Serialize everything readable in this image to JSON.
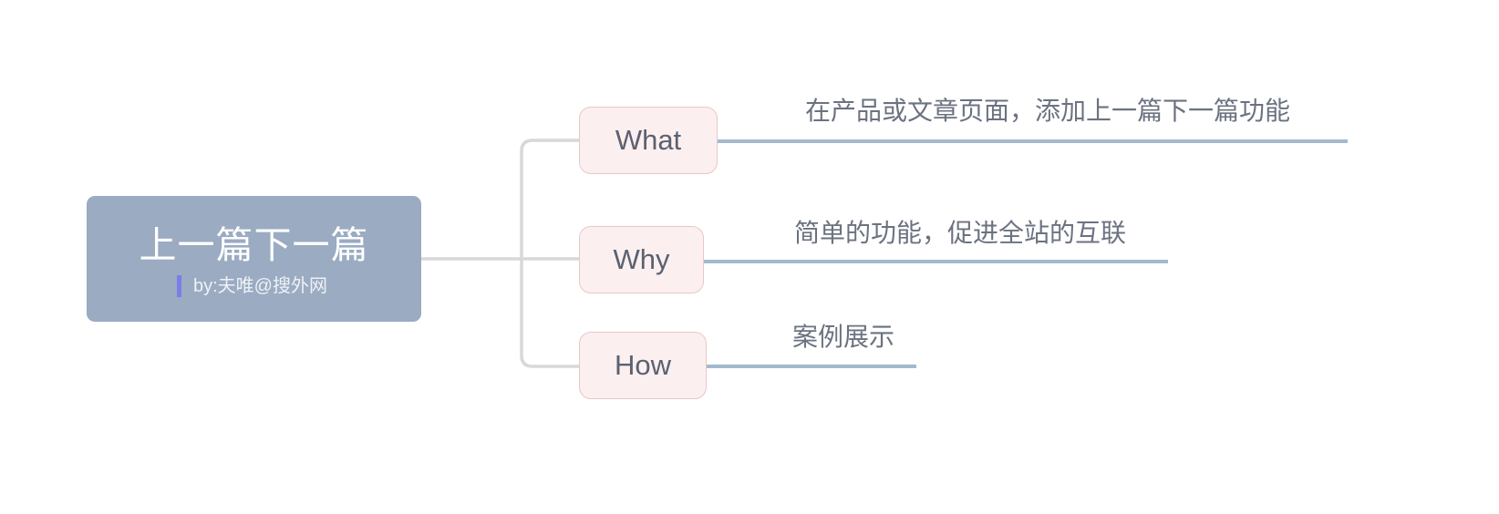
{
  "mindmap": {
    "root": {
      "title": "上一篇下一篇",
      "subtitle": "by:夫唯@搜外网",
      "fill_color": "#9aabc2",
      "title_color": "#ffffff",
      "accent_bar_color": "#7b7ee6"
    },
    "connector_color": "#d8d8d8",
    "branch_style": {
      "fill_color": "#fbefef",
      "border_color": "#e9c8c8",
      "text_color": "#5c6170"
    },
    "leaf_style": {
      "text_color": "#6b7280",
      "underline_color": "#a3b9ce"
    },
    "branches": [
      {
        "label": "What",
        "leaf": "在产品或文章页面，添加上一篇下一篇功能"
      },
      {
        "label": "Why",
        "leaf": "简单的功能，促进全站的互联"
      },
      {
        "label": "How",
        "leaf": "案例展示"
      }
    ]
  }
}
